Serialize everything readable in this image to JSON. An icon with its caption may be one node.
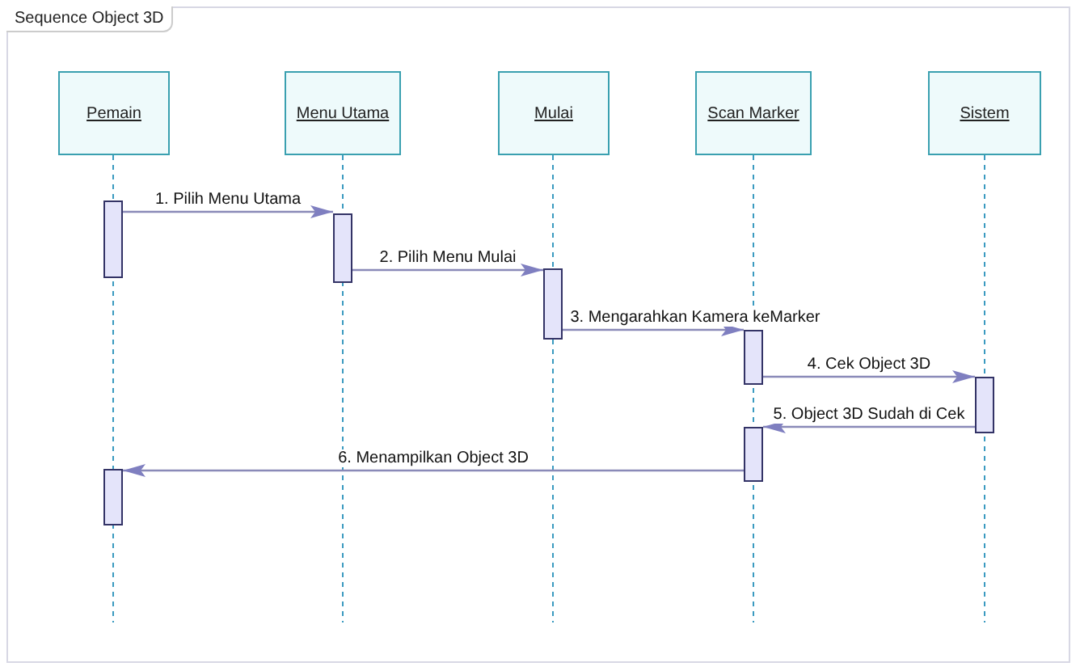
{
  "diagram": {
    "title": "Sequence Object 3D",
    "nodes": [
      {
        "text": [
          "Pemain"
        ]
      },
      {
        "text": [
          "Menu Utama"
        ]
      },
      {
        "text": [
          "Mulai"
        ]
      },
      {
        "text": [
          "Scan Marker"
        ]
      },
      {
        "text": [
          "Sistem"
        ]
      },
      {
        "text": [],
        "shape": "bar"
      },
      {
        "text": [],
        "shape": "bar"
      },
      {
        "text": [],
        "shape": "bar"
      },
      {
        "text": [],
        "shape": "bar"
      },
      {
        "text": [],
        "shape": "bar"
      },
      {
        "text": [],
        "shape": "bar"
      },
      {
        "text": [],
        "shape": "bar"
      }
    ],
    "edges": [
      {
        "from": 5,
        "to": 6,
        "arrow": "to",
        "label": "1. Pilih Menu Utama"
      },
      {
        "from": 6,
        "to": 7,
        "arrow": "to",
        "label": "2. Pilih Menu Mulai"
      },
      {
        "from": 7,
        "to": 8,
        "arrow": "to",
        "label": "3. Mengarahkan Kamera keMarker"
      },
      {
        "from": 8,
        "to": 9,
        "arrow": "to",
        "label": "4. Cek Object 3D"
      },
      {
        "from": 9,
        "to": 10,
        "arrow": "to",
        "label": "5. Object 3D Sudah di Cek"
      },
      {
        "from": 10,
        "to": 11,
        "arrow": "to",
        "label": "6. Menampilkan Object 3D"
      }
    ]
  }
}
